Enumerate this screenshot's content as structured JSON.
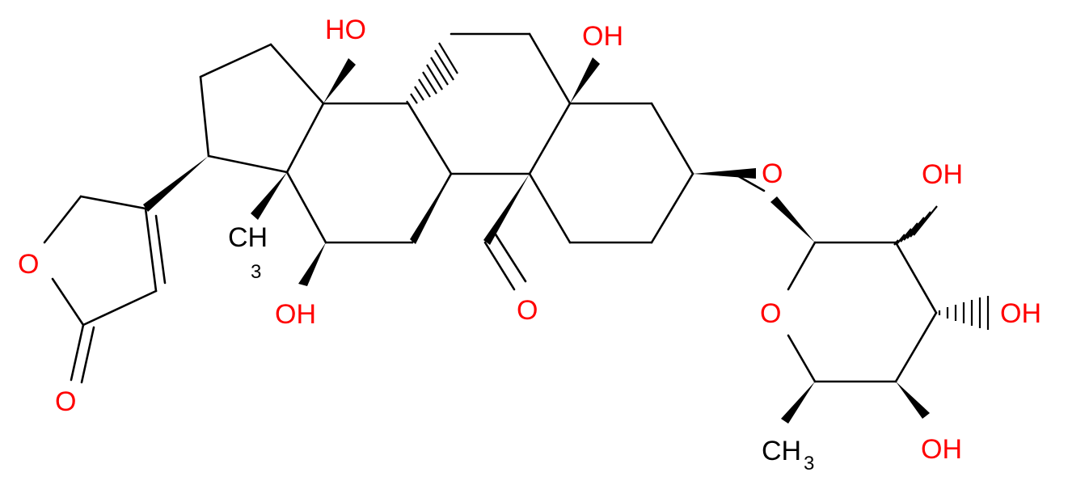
{
  "colors": {
    "bond": "#000000",
    "oxygen": "#ff0000",
    "carbon_label": "#000000"
  },
  "labels": {
    "oh_c14": "HO",
    "oh_c5": "OH",
    "oh_c12": "OH",
    "ch3_c18": "CH",
    "ch3_c18_sub": "3",
    "o_aldehyde": "O",
    "o_glycosidic": "O",
    "o_ring_sugar": "O",
    "oh_sugar_2": "OH",
    "oh_sugar_3": "OH",
    "oh_sugar_4": "OH",
    "ch3_sugar": "CH",
    "ch3_sugar_sub": "3",
    "o_lactone_ring": "O",
    "o_lactone_carbonyl": "O"
  }
}
